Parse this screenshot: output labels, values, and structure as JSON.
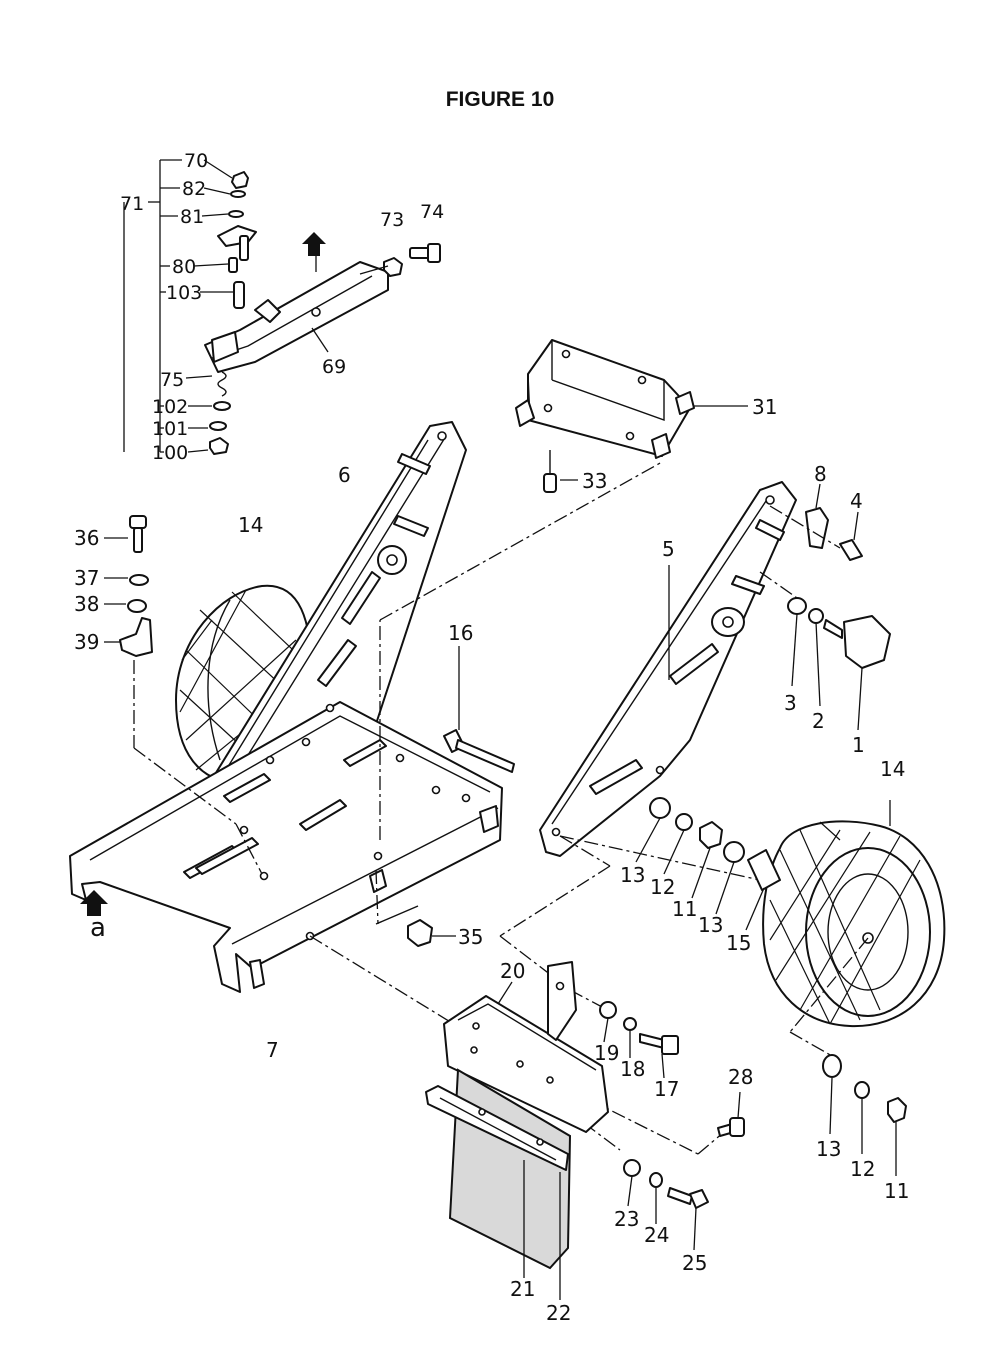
{
  "title": "FIGURE 10",
  "callouts": {
    "p70": "70",
    "p82": "82",
    "p71": "71",
    "p81": "81",
    "p80": "80",
    "p103": "103",
    "p75": "75",
    "p102": "102",
    "p101": "101",
    "p100": "100",
    "p69": "69",
    "p73": "73",
    "p74": "74",
    "p31": "31",
    "p33": "33",
    "p6": "6",
    "p14a": "14",
    "p36": "36",
    "p37": "37",
    "p38": "38",
    "p39": "39",
    "p16": "16",
    "p5": "5",
    "p8": "8",
    "p4": "4",
    "p3": "3",
    "p2": "2",
    "p1": "1",
    "p14b": "14",
    "p13a": "13",
    "p12a": "12",
    "p11a": "11",
    "p13b": "13",
    "p15": "15",
    "p35": "35",
    "pa": "a",
    "p7": "7",
    "p20": "20",
    "p19": "19",
    "p18": "18",
    "p17": "17",
    "p28": "28",
    "p13c": "13",
    "p12b": "12",
    "p11b": "11",
    "p23": "23",
    "p24": "24",
    "p25": "25",
    "p21": "21",
    "p22": "22"
  }
}
